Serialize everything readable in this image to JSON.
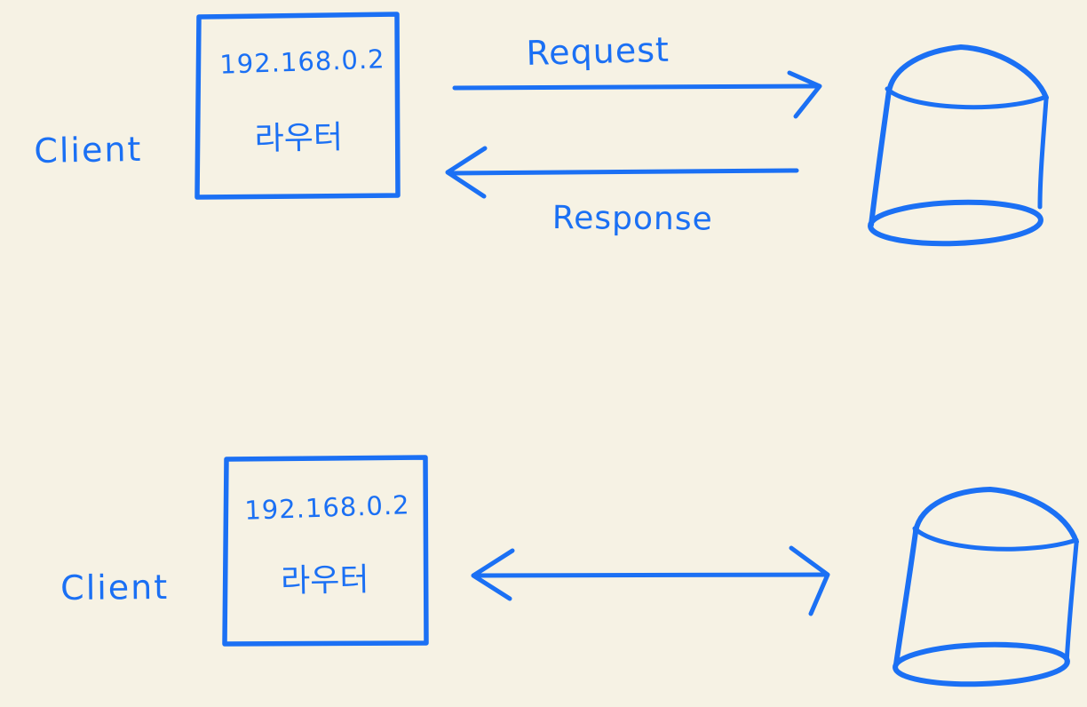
{
  "colors": {
    "ink": "#1b70f4",
    "background": "#f6f2e4"
  },
  "top_diagram": {
    "client_label": "Client",
    "router_box": {
      "ip": "192.168.0.2",
      "name": "라우터"
    },
    "request_label": "Request",
    "response_label": "Response",
    "server_icon": "database-cylinder-icon"
  },
  "bottom_diagram": {
    "client_label": "Client",
    "router_box": {
      "ip": "192.168.0.2",
      "name": "라우터"
    },
    "arrow": "bidirectional",
    "server_icon": "database-cylinder-icon"
  }
}
